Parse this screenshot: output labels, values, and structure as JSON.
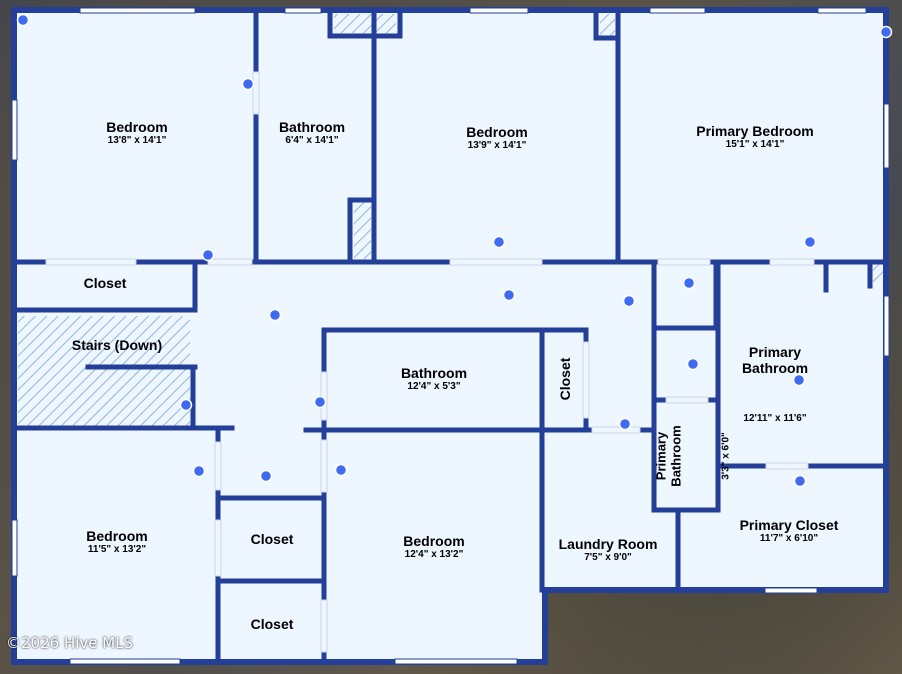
{
  "watermark": "©2026 Hive MLS",
  "colors": {
    "wall": "#233f97",
    "floor": "#eef6ff",
    "marker": "#3f6bf0",
    "hatch": "#8fb5df"
  },
  "rooms": {
    "bedroom_nw": {
      "name": "Bedroom",
      "dim": "13'8\" x 14'1\""
    },
    "bathroom_n": {
      "name": "Bathroom",
      "dim": "6'4\" x 14'1\""
    },
    "bedroom_n": {
      "name": "Bedroom",
      "dim": "13'9\" x 14'1\""
    },
    "primary_bedroom": {
      "name": "Primary Bedroom",
      "dim": "15'1\" x 14'1\""
    },
    "closet_nw": {
      "name": "Closet"
    },
    "stairs": {
      "name": "Stairs (Down)"
    },
    "bathroom_c": {
      "name": "Bathroom",
      "dim": "12'4\" x 5'3\""
    },
    "closet_c": {
      "name": "Closet"
    },
    "primary_bathroom": {
      "name": "Primary\nBathroom",
      "dim": "12'11\" x 11'6\""
    },
    "primary_bathroom_small": {
      "name": "Primary\nBathroom",
      "dim": "3'3\" x 6'0\""
    },
    "bedroom_sw": {
      "name": "Bedroom",
      "dim": "11'5\" x 13'2\""
    },
    "closet_s1": {
      "name": "Closet"
    },
    "closet_s2": {
      "name": "Closet"
    },
    "bedroom_s": {
      "name": "Bedroom",
      "dim": "12'4\" x 13'2\""
    },
    "laundry": {
      "name": "Laundry Room",
      "dim": "7'5\" x 9'0\""
    },
    "primary_closet": {
      "name": "Primary Closet",
      "dim": "11'7\" x 6'10\""
    }
  }
}
